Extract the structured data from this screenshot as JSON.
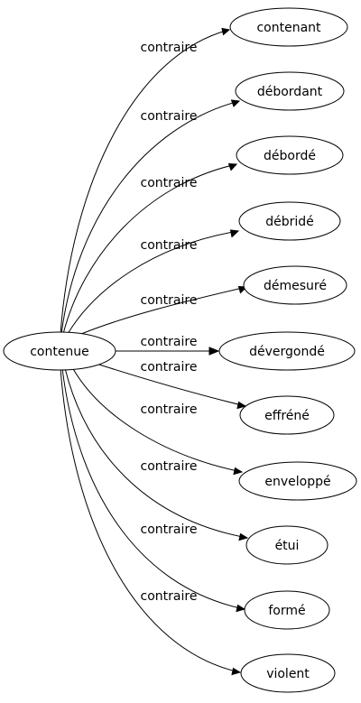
{
  "graph": {
    "root": "contenue",
    "edges": [
      {
        "relation": "contraire",
        "target": "contenant"
      },
      {
        "relation": "contraire",
        "target": "débordant"
      },
      {
        "relation": "contraire",
        "target": "débordé"
      },
      {
        "relation": "contraire",
        "target": "débridé"
      },
      {
        "relation": "contraire",
        "target": "démesuré"
      },
      {
        "relation": "contraire",
        "target": "dévergondé"
      },
      {
        "relation": "contraire",
        "target": "effréné"
      },
      {
        "relation": "contraire",
        "target": "enveloppé"
      },
      {
        "relation": "contraire",
        "target": "étui"
      },
      {
        "relation": "contraire",
        "target": "formé"
      },
      {
        "relation": "contraire",
        "target": "violent"
      }
    ]
  }
}
